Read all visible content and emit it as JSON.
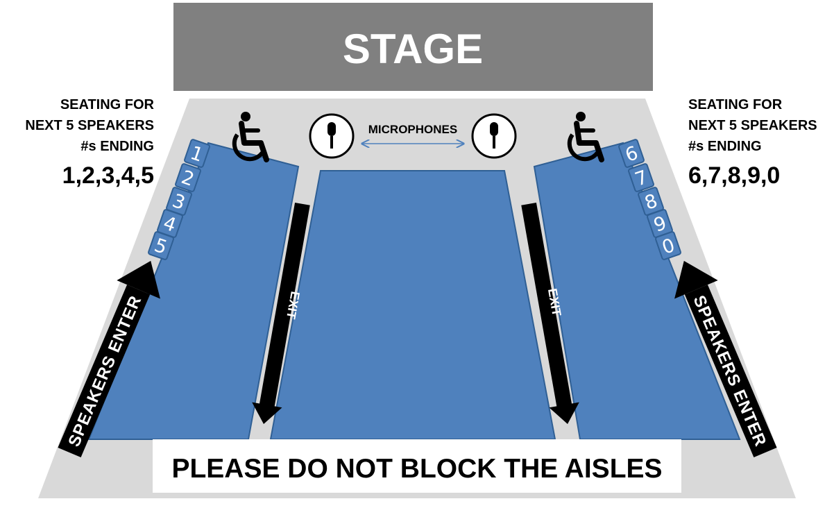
{
  "stage": {
    "label": "STAGE"
  },
  "left_info": {
    "lines": [
      "SEATING FOR",
      "NEXT 5 SPEAKERS",
      "#s ENDING"
    ],
    "digits": "1,2,3,4,5"
  },
  "right_info": {
    "lines": [
      "SEATING FOR",
      "NEXT 5 SPEAKERS",
      "#s ENDING"
    ],
    "digits": "6,7,8,9,0"
  },
  "microphones": {
    "label": "MICROPHONES",
    "icon": "microphone-icon"
  },
  "accessibility": {
    "icon": "wheelchair-icon"
  },
  "left_seats": [
    "1",
    "2",
    "3",
    "4",
    "5"
  ],
  "right_seats": [
    "6",
    "7",
    "8",
    "9",
    "0"
  ],
  "arrows": {
    "speakers_enter": "SPEAKERS  ENTER",
    "exit": "EXIT"
  },
  "notice": {
    "text": "PLEASE DO NOT BLOCK THE AISLES"
  },
  "colors": {
    "floor": "#d9d9d9",
    "stage": "#808080",
    "seating": "#4f81bd",
    "seating_border": "#2f5f94",
    "arrow": "#000000",
    "notice_bg": "#ffffff"
  }
}
